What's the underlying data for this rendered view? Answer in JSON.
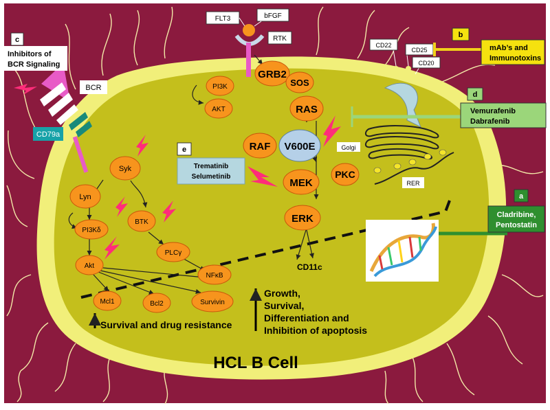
{
  "title": "HCL B Cell",
  "colors": {
    "background": "#8b1a3e",
    "cell_membrane": "#f1ef7a",
    "cytoplasm": "#c4bf1c",
    "node_fill": "#f7941d",
    "lightning": "#ff2d7a",
    "bcr": "#e85bc7"
  },
  "receptors": {
    "flt3": "FLT3",
    "bfgf": "bFGF",
    "rtk": "RTK",
    "bcr": "BCR",
    "cd79a": "CD79a",
    "cd22": "CD22",
    "cd25": "CD25",
    "cd20": "CD20"
  },
  "nodes": {
    "grb2": "GRB2",
    "sos": "SOS",
    "ras": "RAS",
    "raf": "RAF",
    "v600e": "V600E",
    "mek": "MEK",
    "pkc": "PKC",
    "erk": "ERK",
    "pi3k_top": "PI3K",
    "akt_top": "AKT",
    "syk": "Syk",
    "lyn": "Lyn",
    "pi3kd": "PI3Kδ",
    "btk": "BTK",
    "plcy": "PLCγ",
    "akt": "Akt",
    "nfkb": "NFκB",
    "mcl1": "Mcl1",
    "bcl2": "Bcl2",
    "survivin": "Survivin"
  },
  "organelles": {
    "golgi": "Golgi",
    "rer": "RER"
  },
  "labels": {
    "cd11c": "CD11c",
    "survival": "Survival and drug resistance",
    "growth": [
      "Growth,",
      "Survival,",
      "Differentiation and",
      "Inhibition of apoptosis"
    ]
  },
  "drug_boxes": {
    "a": {
      "letter": "a",
      "text": [
        "Cladribine,",
        "Pentostatin"
      ]
    },
    "b": {
      "letter": "b",
      "text": [
        "mAb’s and",
        "Immunotoxins"
      ]
    },
    "c": {
      "letter": "c",
      "text": [
        "Inhibitors of",
        "BCR Signaling"
      ]
    },
    "d": {
      "letter": "d",
      "text": [
        "Vemurafenib",
        "Dabrafenib"
      ]
    },
    "e": {
      "letter": "e",
      "text": [
        "Trematinib",
        "Selumetinib"
      ]
    }
  }
}
